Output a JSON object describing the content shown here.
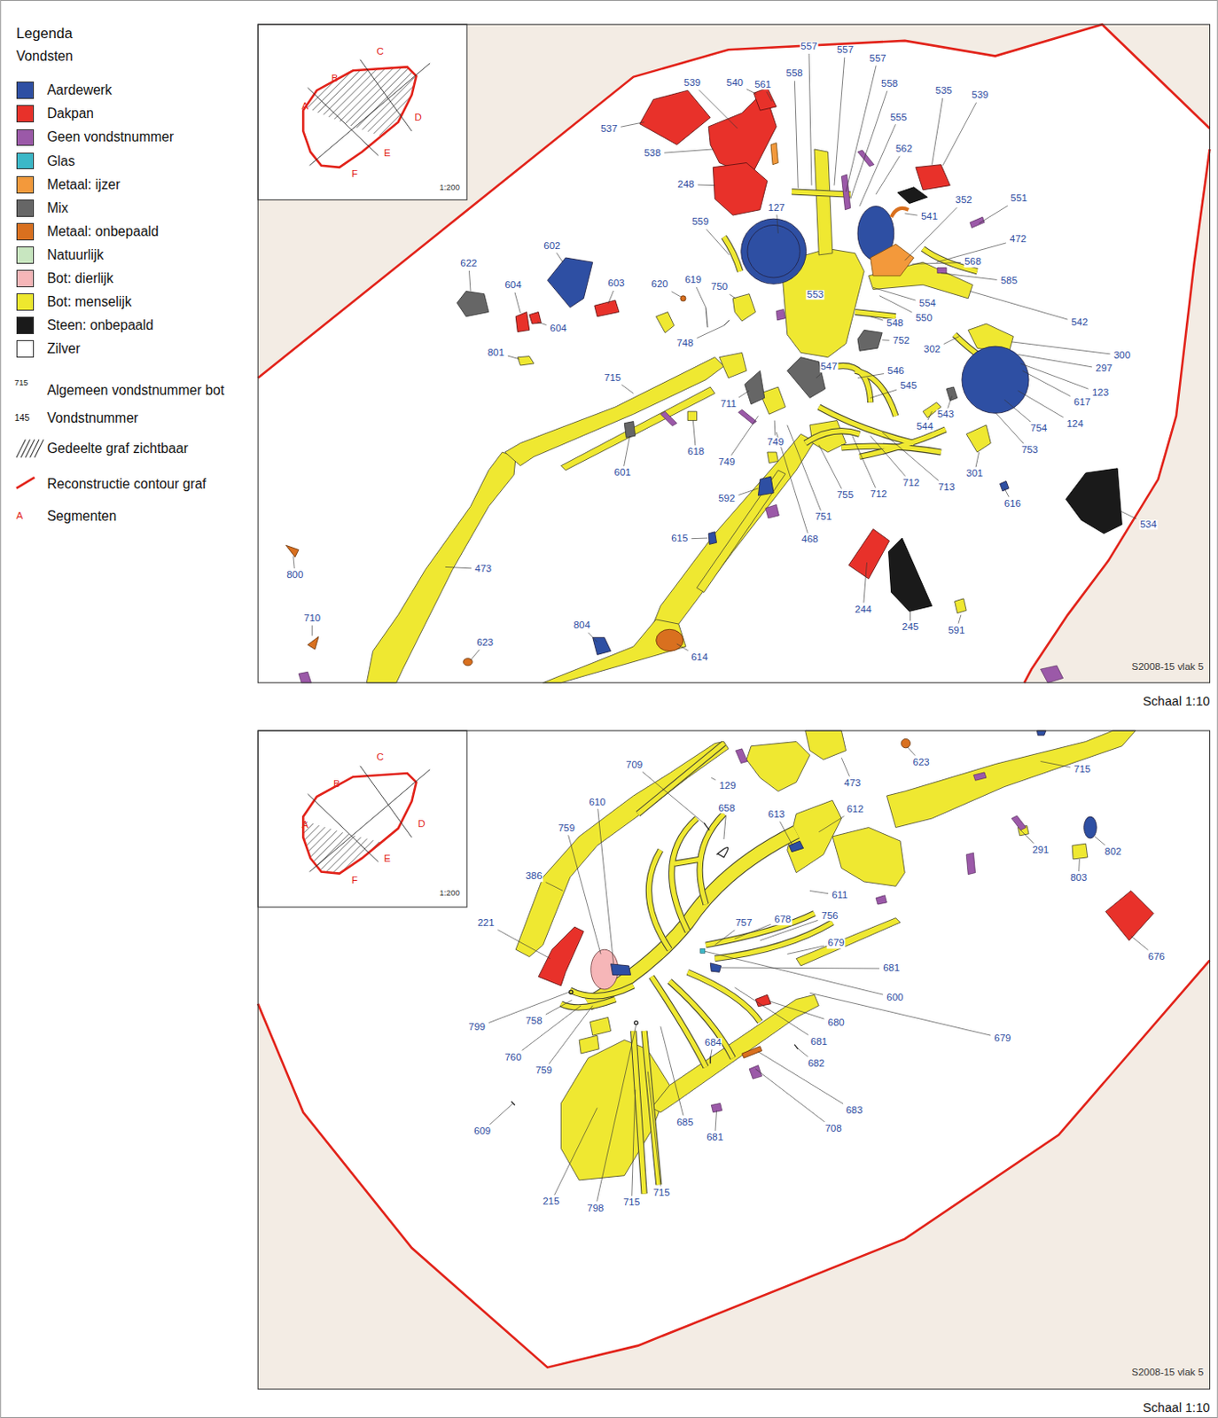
{
  "diagram": {
    "labels": [
      "Legenda",
      "Vondsten",
      "715",
      "145",
      "A",
      "A",
      "B",
      "C",
      "D",
      "E",
      "F",
      "1:200",
      "561",
      "540",
      "557",
      "557",
      "557",
      "558",
      "558",
      "555",
      "562",
      "535",
      "539",
      "539",
      "537",
      "538",
      "248",
      "127",
      "559",
      "352",
      "551",
      "541",
      "472",
      "568",
      "585",
      "602",
      "622",
      "604",
      "604",
      "603",
      "620",
      "619",
      "750",
      "553",
      "554",
      "550",
      "548",
      "542",
      "752",
      "748",
      "801",
      "302",
      "300",
      "297",
      "547",
      "546",
      "545",
      "123",
      "617",
      "124",
      "711",
      "715",
      "544",
      "543",
      "754",
      "753",
      "749",
      "749",
      "618",
      "601",
      "712",
      "712",
      "713",
      "755",
      "751",
      "301",
      "616",
      "592",
      "468",
      "534",
      "615",
      "473",
      "244",
      "245",
      "591",
      "800",
      "710",
      "804",
      "623",
      "614",
      "S2008-15 vlak 5",
      "Schaal 1:10",
      "A",
      "B",
      "C",
      "D",
      "E",
      "F",
      "1:200",
      "709",
      "129",
      "473",
      "623",
      "715",
      "658",
      "610",
      "613",
      "612",
      "759",
      "386",
      "221",
      "291",
      "802",
      "803",
      "611",
      "757",
      "678",
      "756",
      "679",
      "681",
      "600",
      "676",
      "679",
      "680",
      "681",
      "682",
      "799",
      "758",
      "760",
      "759",
      "684",
      "683",
      "708",
      "609",
      "685",
      "681",
      "215",
      "798",
      "715",
      "715",
      "S2008-15 vlak 5",
      "Schaal 1:10"
    ],
    "legend": [
      {
        "text": "Aardewerk",
        "color": "#2e4fa3"
      },
      {
        "text": "Dakpan",
        "color": "#e8312a"
      },
      {
        "text": "Geen vondstnummer",
        "color": "#9b59a8"
      },
      {
        "text": "Glas",
        "color": "#3bb8c8"
      },
      {
        "text": "Metaal: ijzer",
        "color": "#f3993b"
      },
      {
        "text": "Mix",
        "color": "#666666"
      },
      {
        "text": "Metaal: onbepaald",
        "color": "#d9701f"
      },
      {
        "text": "Natuurlijk",
        "color": "#c8e6c0"
      },
      {
        "text": "Bot: dierlijk",
        "color": "#f6b6b8"
      },
      {
        "text": "Bot: menselijk",
        "color": "#eee82e"
      },
      {
        "text": "Steen: onbepaald",
        "color": "#1a1a1a"
      },
      {
        "text": "Zilver",
        "color": "#ffffff"
      },
      {
        "text": "Algemeen vondstnummer bot"
      },
      {
        "text": "Vondstnummer"
      },
      {
        "text": "Gedeelte graf zichtbaar"
      },
      {
        "text": "Reconstructie contour graf"
      },
      {
        "text": "Segmenten"
      }
    ]
  }
}
